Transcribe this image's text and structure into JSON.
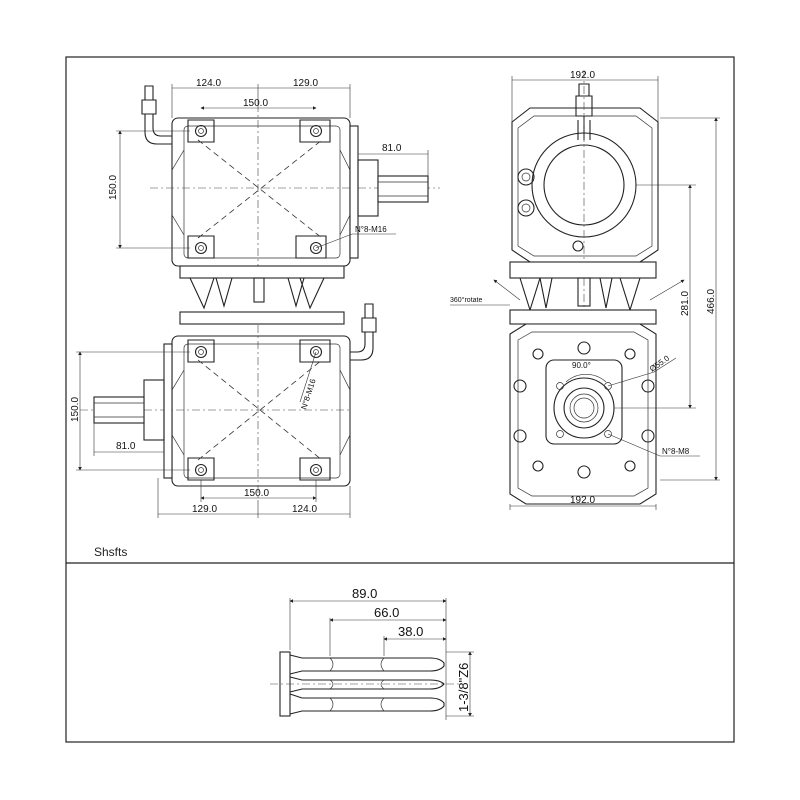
{
  "section_label": "Shsfts",
  "views": {
    "side_top": {
      "dim_top_left": "124.0",
      "dim_top_right": "129.0",
      "dim_inner": "150.0",
      "dim_vertical": "150.0",
      "dim_shaft": "81.0",
      "bolt_note": "N°8-M16"
    },
    "side_bottom": {
      "dim_vertical": "150.0",
      "dim_shaft": "81.0",
      "bolt_note": "N°8-M16",
      "dim_inner": "150.0",
      "dim_bottom_left": "129.0",
      "dim_bottom_right": "124.0"
    },
    "front": {
      "dim_top": "192.0",
      "dim_bottom": "192.0",
      "dim_281": "281.0",
      "dim_466": "466.0",
      "rotate_note": "360°rotate",
      "angle": "90.0°",
      "diameter": "Ø55.0",
      "bolt_note": "N°8-M8"
    },
    "shaft": {
      "dim_total": "89.0",
      "dim_mid": "66.0",
      "dim_short": "38.0",
      "spline": "1-3/8\"Z6"
    }
  }
}
